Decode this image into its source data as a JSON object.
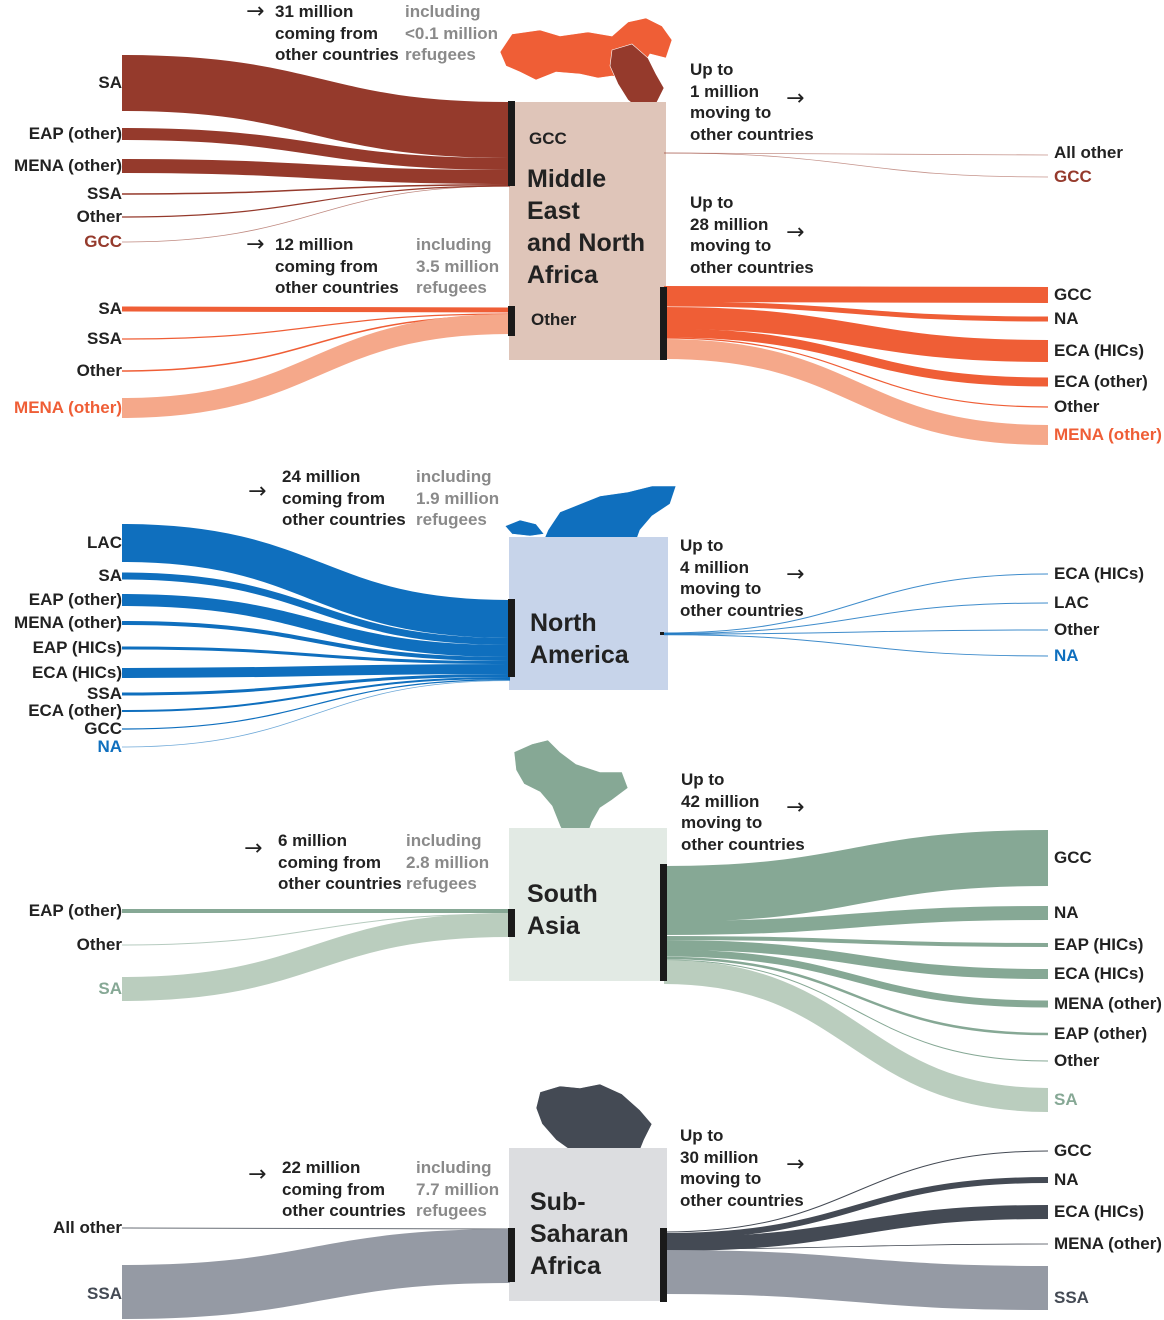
{
  "colors": {
    "mena_dark": "#953a2c",
    "mena_mid": "#ef5e36",
    "mena_light": "#f5a88a",
    "mena_box": "#dfc5b9",
    "na": "#0f6fbe",
    "na_box": "#c7d4ea",
    "sa": "#86a895",
    "sa_light": "#bacdbe",
    "sa_box": "#e2eae4",
    "ssa_dark": "#444a54",
    "ssa_light": "#959aa4",
    "ssa_box": "#dcdde0"
  },
  "icons": [
    "mena-map-icon",
    "north-america-map-icon",
    "south-asia-map-icon",
    "africa-map-icon",
    "arrow-right-icon"
  ],
  "arrow_glyph": "→",
  "regions": [
    {
      "id": "mena",
      "name_lines": [
        "Middle",
        "East",
        "and North",
        "Africa"
      ],
      "sub_gcc": "GCC",
      "sub_other": "Other",
      "inflow_gcc": {
        "lines": [
          "31 million",
          "coming from",
          "other countries"
        ],
        "ref_lines": [
          "including",
          "<0.1 million",
          "refugees"
        ]
      },
      "inflow_other": {
        "lines": [
          "12 million",
          "coming from",
          "other countries"
        ],
        "ref_lines": [
          "including",
          "3.5 million",
          "refugees"
        ]
      },
      "outflow_gcc": {
        "lines": [
          "Up to",
          "1 million",
          "moving to",
          "other countries"
        ]
      },
      "outflow_other": {
        "lines": [
          "Up to",
          "28 million",
          "moving to",
          "other countries"
        ]
      },
      "sources_gcc": [
        "SA",
        "EAP (other)",
        "MENA (other)",
        "SSA",
        "Other",
        "GCC"
      ],
      "sources_other": [
        "SA",
        "SSA",
        "Other",
        "MENA (other)"
      ],
      "dests_gcc": [
        "All other",
        "GCC"
      ],
      "dests_other": [
        "GCC",
        "NA",
        "ECA (HICs)",
        "ECA (other)",
        "Other",
        "MENA (other)"
      ]
    },
    {
      "id": "na",
      "name_lines": [
        "North",
        "America"
      ],
      "inflow": {
        "lines": [
          "24 million",
          "coming from",
          "other countries"
        ],
        "ref_lines": [
          "including",
          "1.9 million",
          "refugees"
        ]
      },
      "outflow": {
        "lines": [
          "Up to",
          "4 million",
          "moving to",
          "other countries"
        ]
      },
      "sources": [
        "LAC",
        "SA",
        "EAP (other)",
        "MENA (other)",
        "EAP (HICs)",
        "ECA (HICs)",
        "SSA",
        "ECA (other)",
        "GCC",
        "NA"
      ],
      "dests": [
        "ECA (HICs)",
        "LAC",
        "Other",
        "NA"
      ]
    },
    {
      "id": "sa",
      "name_lines": [
        "South",
        "Asia"
      ],
      "inflow": {
        "lines": [
          "6 million",
          "coming from",
          "other countries"
        ],
        "ref_lines": [
          "including",
          "2.8 million",
          "refugees"
        ]
      },
      "outflow": {
        "lines": [
          "Up to",
          "42 million",
          "moving to",
          "other countries"
        ]
      },
      "sources": [
        "EAP (other)",
        "Other",
        "SA"
      ],
      "dests": [
        "GCC",
        "NA",
        "EAP (HICs)",
        "ECA (HICs)",
        "MENA (other)",
        "EAP (other)",
        "Other",
        "SA"
      ]
    },
    {
      "id": "ssa",
      "name_lines": [
        "Sub-",
        "Saharan",
        "Africa"
      ],
      "inflow": {
        "lines": [
          "22 million",
          "coming from",
          "other countries"
        ],
        "ref_lines": [
          "including",
          "7.7 million",
          "refugees"
        ]
      },
      "outflow": {
        "lines": [
          "Up to",
          "30 million",
          "moving to",
          "other countries"
        ]
      },
      "sources": [
        "All other",
        "SSA"
      ],
      "dests": [
        "GCC",
        "NA",
        "ECA (HICs)",
        "MENA (other)",
        "SSA"
      ]
    }
  ]
}
